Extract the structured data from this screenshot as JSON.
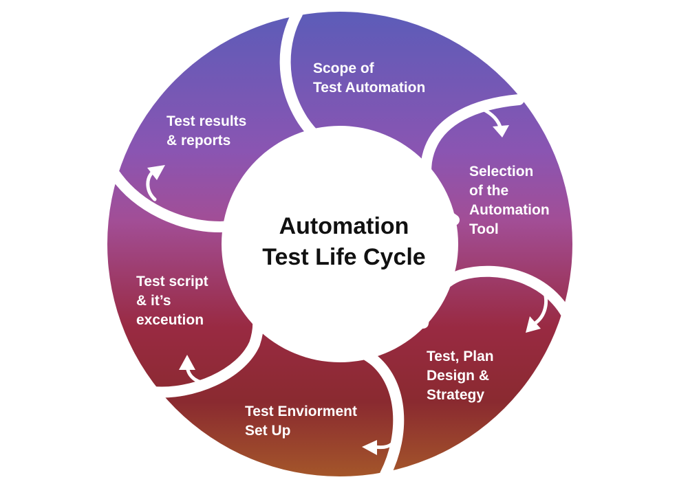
{
  "center_title": {
    "line1": "Automation",
    "line2": "Test Life Cycle"
  },
  "stages": [
    {
      "lines": [
        "Scope of",
        "Test Automation"
      ]
    },
    {
      "lines": [
        "Selection",
        "of the",
        "Automation",
        "Tool"
      ]
    },
    {
      "lines": [
        "Test, Plan",
        "Design &",
        "Strategy"
      ]
    },
    {
      "lines": [
        "Test Enviorment",
        "Set Up"
      ]
    },
    {
      "lines": [
        "Test script",
        "& it’s",
        "exceution"
      ]
    },
    {
      "lines": [
        "Test results",
        "& reports"
      ]
    }
  ],
  "colors": {
    "gradient_top": "#5c5cb8",
    "gradient_upper_mid": "#8a55b2",
    "gradient_mid": "#a24e96",
    "gradient_lower_mid": "#992a42",
    "gradient_lower": "#8a2a30",
    "gradient_bottom": "#a4562a",
    "gap": "#ffffff",
    "center_fill": "#ffffff",
    "center_text": "#111111",
    "label_text": "#ffffff"
  }
}
